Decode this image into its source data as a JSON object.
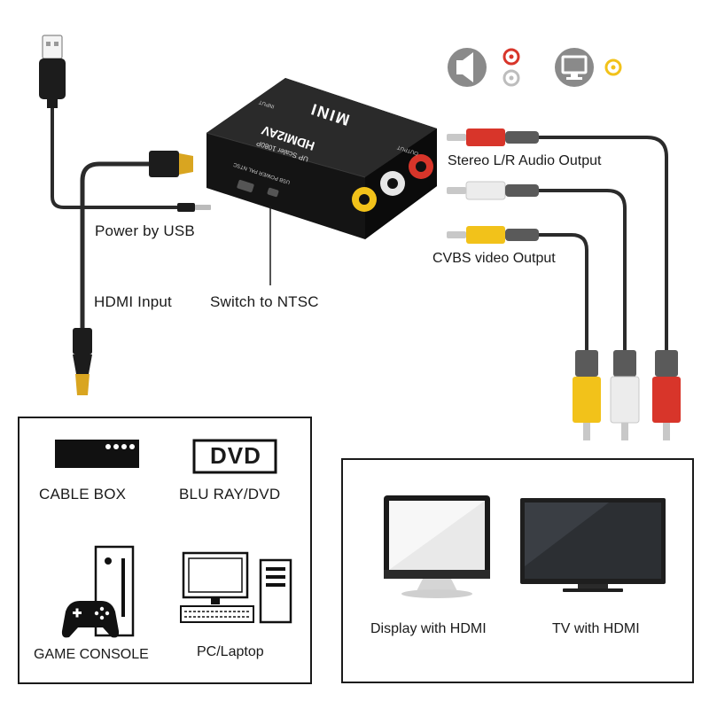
{
  "device": {
    "brand": "MINI",
    "model": "HDMI2AV",
    "subtitle": "UP Scaler 1080P",
    "input_tag": "INPUT",
    "output_tag": "OUTPUT",
    "switch_tag": "USB POWER PAL NTSC"
  },
  "labels": {
    "power_by_usb": "Power by USB",
    "hdmi_input": "HDMI Input",
    "switch_to_ntsc": "Switch to NTSC",
    "stereo_output": "Stereo L/R Audio Output",
    "cvbs_output": "CVBS video Output"
  },
  "sources": {
    "cable_box": "CABLE BOX",
    "dvd_logo": "DVD",
    "blu_ray_dvd": "BLU RAY/DVD",
    "game_console": "GAME CONSOLE",
    "pc_laptop": "PC/Laptop"
  },
  "displays": {
    "display_hdmi": "Display with HDMI",
    "tv_hdmi": "TV with HDMI"
  },
  "colors": {
    "rca_red": "#d8352a",
    "rca_white": "#e6e6e6",
    "rca_yellow": "#f2c21a",
    "cable": "#2b2b2b",
    "gold": "#d9a520",
    "device_body": "#111111",
    "icon_gray": "#8a8a8a"
  },
  "icons": [
    "speaker-icon",
    "monitor-icon"
  ]
}
